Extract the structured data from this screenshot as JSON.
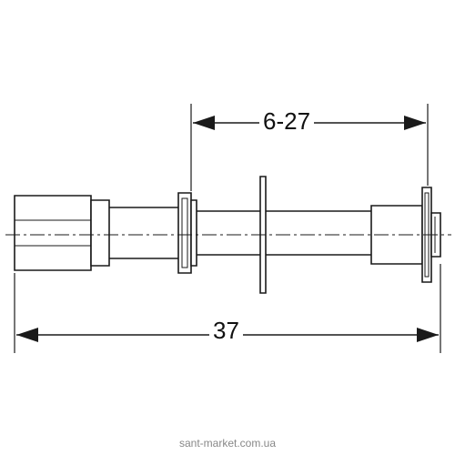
{
  "dimensions": {
    "overall_length": "37",
    "adjustable_range": "6-27"
  },
  "watermark": "sant-market.com.ua",
  "colors": {
    "line": "#1a1a1a",
    "pipe_fill": "#ffffff",
    "watermark": "#888888"
  }
}
